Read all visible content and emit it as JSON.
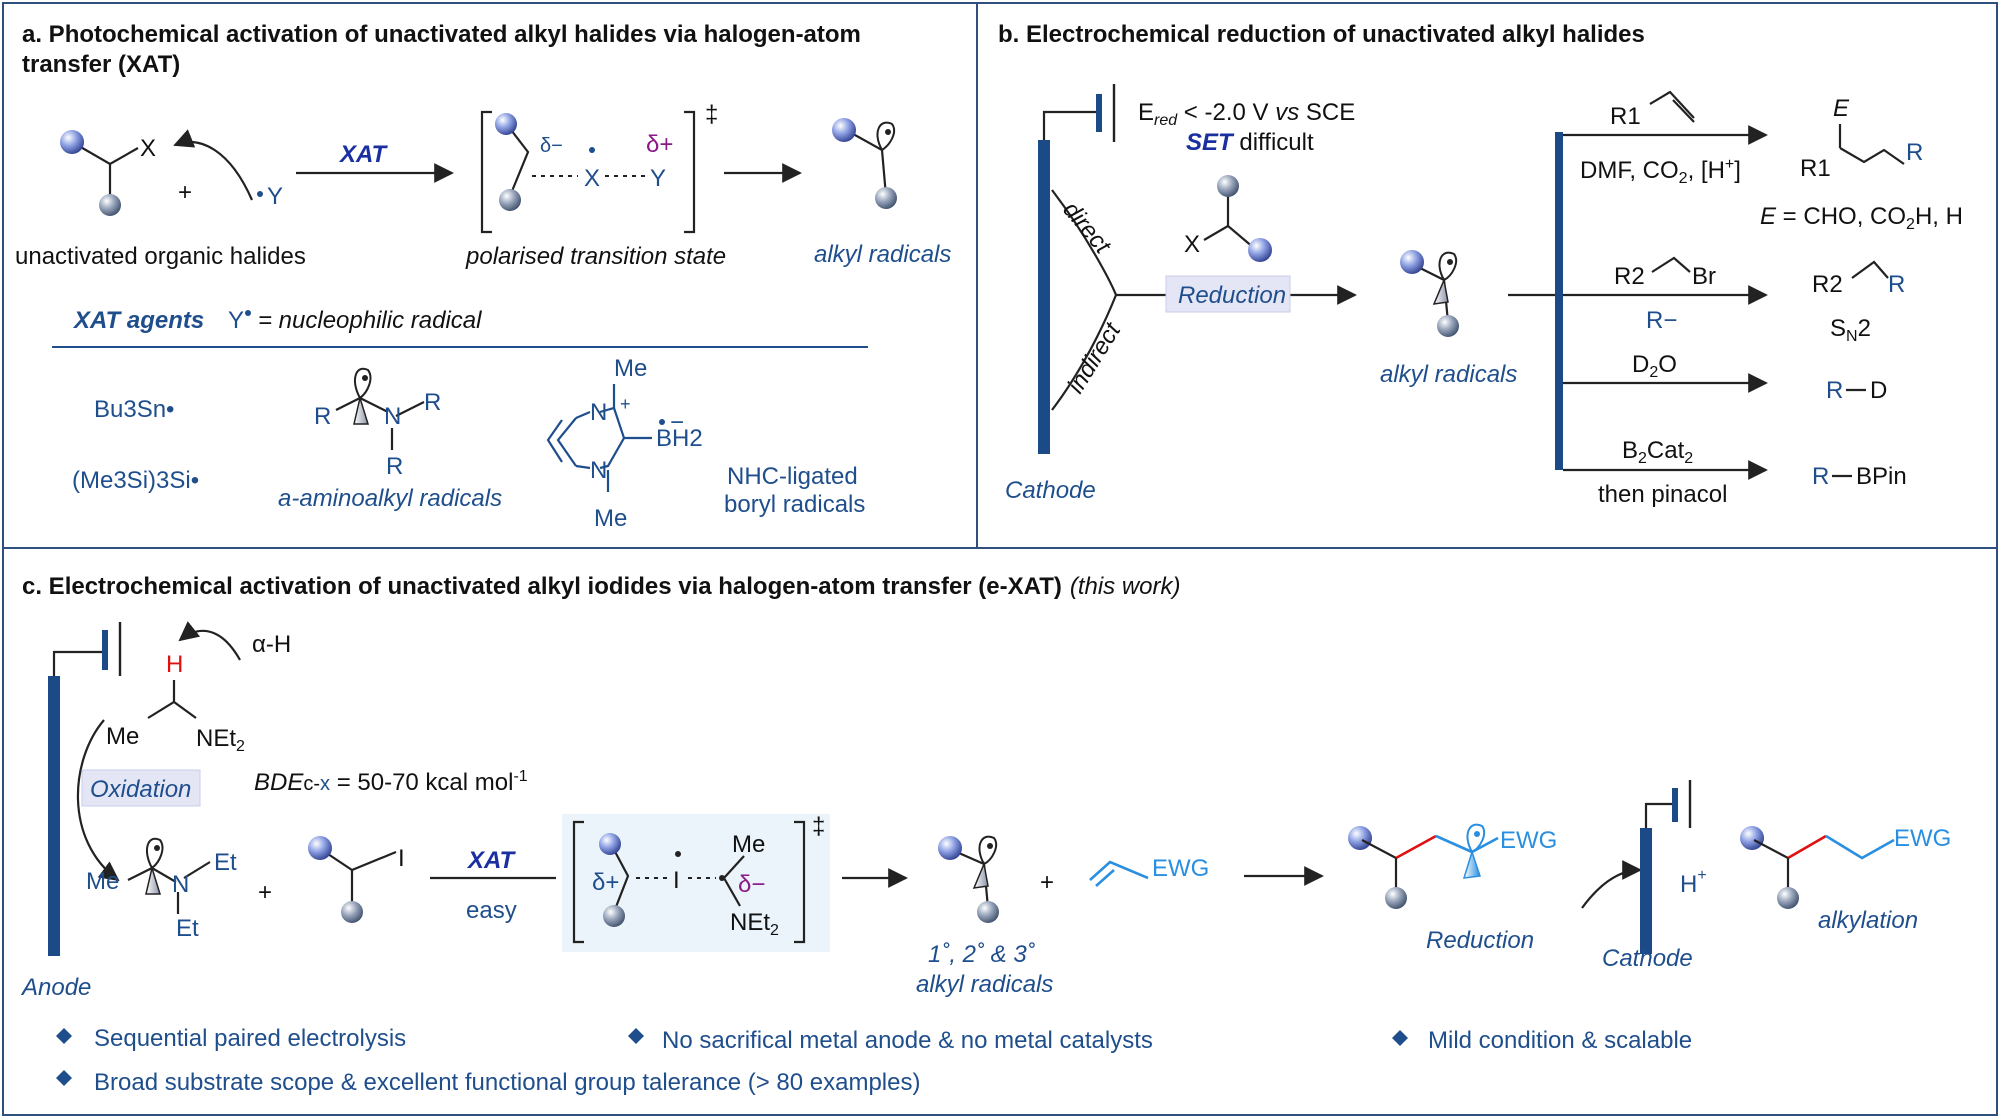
{
  "panel_a": {
    "title_line1": "a. Photochemical activation of unactivated alkyl halides via halogen-atom",
    "title_line2": "transfer (XAT)",
    "x_label": "X",
    "plus": "+",
    "y_radical": "Y",
    "xat_label": "XAT",
    "ts_delta_minus": "δ−",
    "ts_x": "X",
    "ts_delta_plus": "δ+",
    "ts_y": "Y",
    "dagger": "‡",
    "label_halides": "unactivated organic halides",
    "label_ts": "polarised transition state",
    "label_radicals": "alkyl radicals",
    "agents_title": "XAT agents",
    "agents_def": "= nucleophilic radical",
    "agents_y": "Y",
    "agent1": "Bu3Sn•",
    "agent2": "(Me3Si)3Si•",
    "agent3_r1": "R",
    "agent3_n": "N",
    "agent3_r2": "R",
    "agent3_r3": "R",
    "agent3_label": "a-aminoalkyl radicals",
    "agent4_me_top": "Me",
    "agent4_n_top": "N",
    "agent4_plus": "+",
    "agent4_bh2": "BH2",
    "agent4_minus": "−",
    "agent4_n_bottom": "N",
    "agent4_me_bottom": "Me",
    "agent4_label_line1": "NHC-ligated",
    "agent4_label_line2": "boryl radicals"
  },
  "panel_b": {
    "title": "b. Electrochemical reduction of unactivated alkyl halides",
    "ered": "Ered < -2.0 V vs SCE",
    "set": "SET difficult",
    "direct": "direct",
    "indirect": "indirect",
    "x_label": "X",
    "reduction": "Reduction",
    "cathode": "Cathode",
    "alkyl_radicals": "alkyl radicals",
    "r1_reagent": "R1",
    "r1_cond": "DMF, CO2, [H+]",
    "r1_prod_e": "E",
    "r1_prod_r1": "R1",
    "r1_prod_r": "R",
    "r1_note": "E = CHO, CO2H, H",
    "r2_reagent_r2": "R2",
    "r2_reagent_br": "Br",
    "r2_cond": "R−",
    "r2_prod_r2": "R2",
    "r2_prod_r": "R",
    "r2_note": "SN2",
    "r3_reagent": "D2O",
    "r3_prod": "R−D",
    "r4_reagent": "B2Cat2",
    "r4_cond": "then pinacol",
    "r4_prod": "R−BPin"
  },
  "panel_c": {
    "title_main": "c. Electrochemical activation of unactivated alkyl iodides via halogen-atom transfer (e-XAT)",
    "title_note": "(this work)",
    "alpha_h": "α-H",
    "h": "H",
    "me": "Me",
    "net2": "NEt2",
    "oxidation": "Oxidation",
    "bde": "BDEC-X = 50-70 kcal mol-1",
    "anode": "Anode",
    "rad_me": "Me",
    "rad_n": "N",
    "rad_et1": "Et",
    "rad_et2": "Et",
    "plus1": "+",
    "iodide_i": "I",
    "xat_label": "XAT",
    "easy": "easy",
    "ts_delta_plus": "δ+",
    "ts_i": "I",
    "ts_me": "Me",
    "ts_delta_minus": "δ−",
    "ts_net2": "NEt2",
    "dagger": "‡",
    "radicals_line1": "1˚, 2˚ & 3˚",
    "radicals_line2": "alkyl radicals",
    "plus2": "+",
    "ewg1": "EWG",
    "ewg2": "EWG",
    "reduction": "Reduction",
    "cathode": "Cathode",
    "h_plus": "H+",
    "ewg3": "EWG",
    "alkylation": "alkylation",
    "bullet1": "Sequential paired electrolysis",
    "bullet2": "No sacrifical metal anode & no metal catalysts",
    "bullet3": "Mild condition & scalable",
    "bullet4": "Broad substrate scope & excellent functional group talerance (> 80 examples)"
  },
  "colors": {
    "navy": "#1f4e8c",
    "electrode": "#1b4a86",
    "cyan": "#2a8fe0",
    "red": "#e01010",
    "purple": "#8a1a8a",
    "border": "#2f4f7f"
  }
}
